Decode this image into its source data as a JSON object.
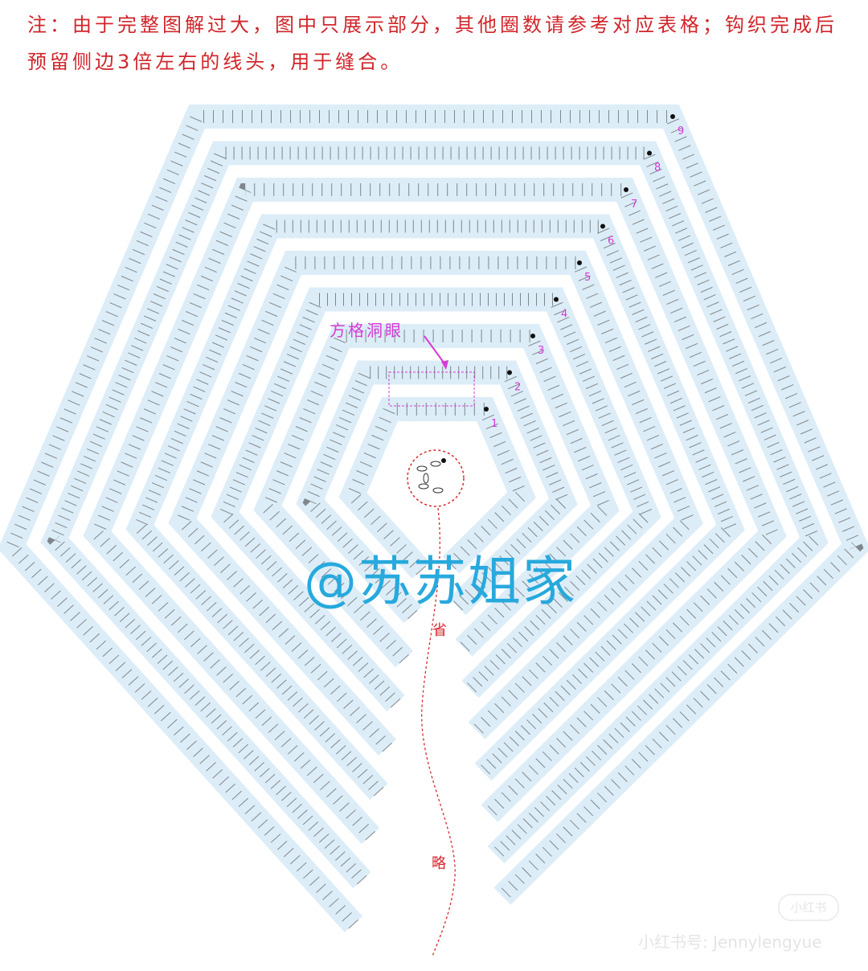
{
  "note": "注：由于完整图解过大，图中只展示部分，其他圈数请参考对应表格；钩织完成后预留侧边3倍左右的线头，用于缝合。",
  "diagram": {
    "rings": [
      "1",
      "2",
      "3",
      "4",
      "5",
      "6",
      "7",
      "8",
      "9"
    ],
    "hole_label": "方格洞眼",
    "omit_top": "省",
    "omit_bottom": "略",
    "colors": {
      "band": "#dcedf8",
      "stitch": "#333333",
      "label": "#d63bd6",
      "dash": "#d9262b"
    }
  },
  "watermark": "@苏苏姐家",
  "platform_badge": "小红书",
  "platform_id": "小红书号: Jennylengyue"
}
